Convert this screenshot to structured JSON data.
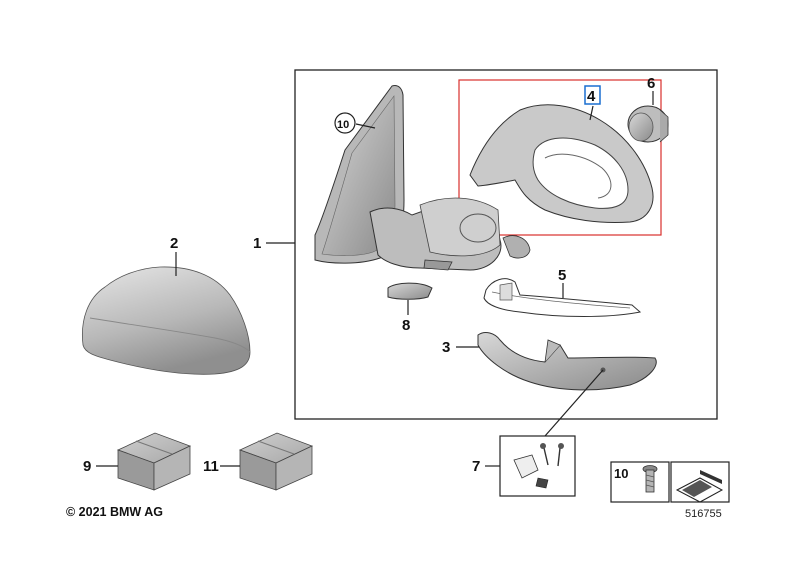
{
  "callouts": {
    "c1": "1",
    "c2": "2",
    "c3": "3",
    "c4": "4",
    "c5": "5",
    "c6": "6",
    "c7": "7",
    "c8": "8",
    "c9": "9",
    "c10": "10",
    "c11": "11",
    "c10_key": "10"
  },
  "footer": {
    "copyright": "© 2021 BMW AG",
    "diagram_number": "516755"
  },
  "colors": {
    "highlight_box": "#d9302c",
    "selected_label_border": "#1a6fd0",
    "part_fill": "#c9c9c9",
    "part_shadow": "#8d8d8d",
    "outline": "#222222"
  },
  "icons": [
    "side-mirror-cap",
    "mirror-housing",
    "mirror-frame",
    "mirror-motor",
    "turn-signal-light",
    "bottom-trim",
    "clip-part",
    "screw-kit",
    "parts-box",
    "screw"
  ]
}
